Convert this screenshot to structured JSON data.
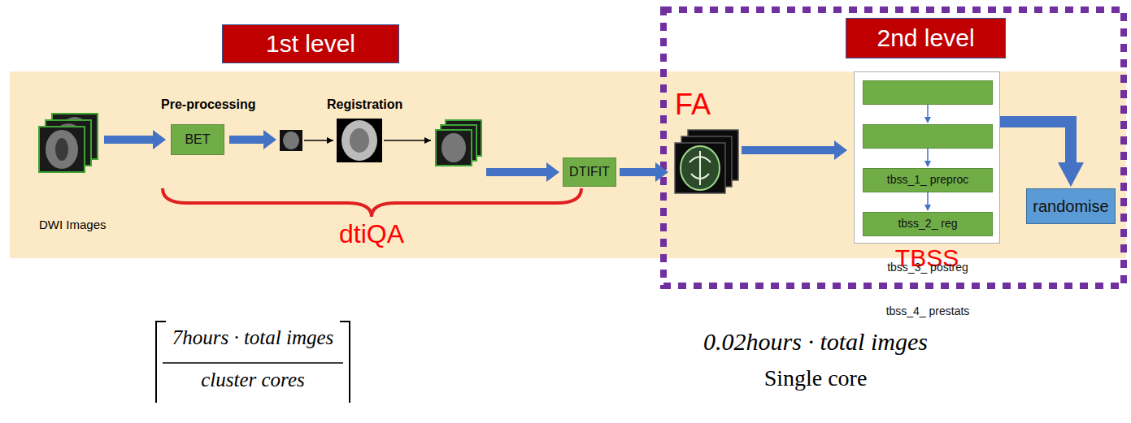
{
  "diagram": {
    "nodes": [
      {
        "text": [
          "1st level"
        ]
      },
      {
        "text": [
          "2nd level"
        ]
      },
      {
        "text": [
          "BET"
        ]
      },
      {
        "text": [
          "DTIFIT"
        ]
      },
      {
        "text": [
          "TBSS"
        ]
      },
      {
        "text": [
          "tbss_1_ preproc"
        ],
        "in": 4
      },
      {
        "text": [
          "tbss_2_ reg"
        ],
        "in": 4
      },
      {
        "text": [
          "tbss_3_ postreg"
        ],
        "in": 4
      },
      {
        "text": [
          "tbss_4_ prestats"
        ],
        "in": 4
      },
      {
        "text": [
          "randomise"
        ]
      }
    ],
    "edges": [
      {
        "from": 5,
        "to": 6,
        "arrow": "to"
      },
      {
        "from": 6,
        "to": 7,
        "arrow": "to"
      },
      {
        "from": 7,
        "to": 8,
        "arrow": "to"
      },
      {
        "from": 4,
        "to": 9,
        "arrow": "to"
      }
    ],
    "labels": [
      "Pre-processing",
      "Registration",
      "DWI Images",
      "dtiQA",
      "FA",
      "7hours · total imges",
      "cluster cores",
      "0.02hours · total imges",
      "Single core"
    ]
  }
}
